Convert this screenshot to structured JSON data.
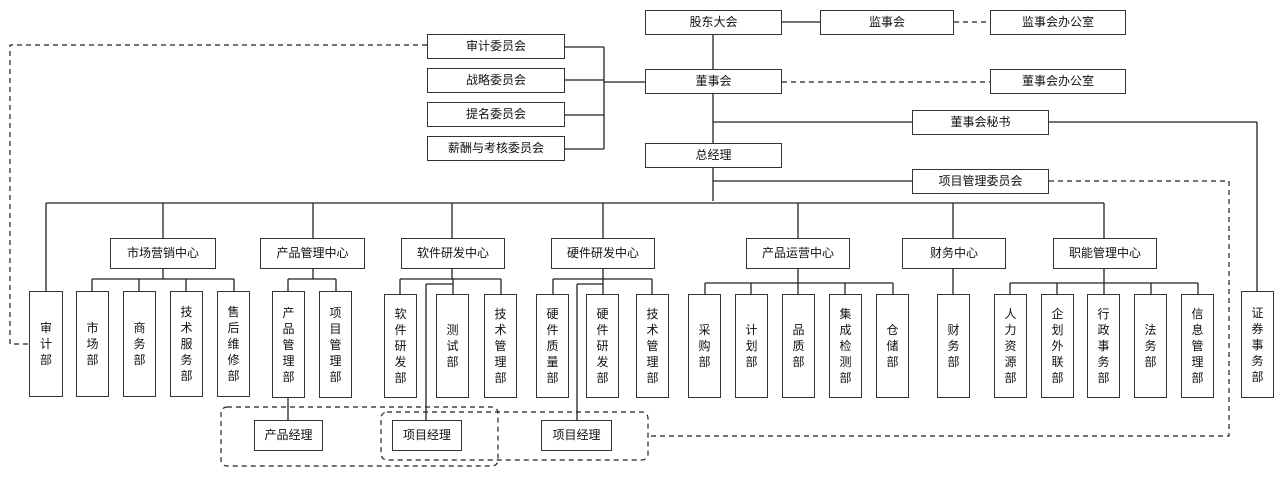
{
  "top": {
    "shareholders": "股东大会",
    "supervisors": "监事会",
    "supervisors_office": "监事会办公室",
    "board": "董事会",
    "board_office": "董事会办公室",
    "board_secretary": "董事会秘书",
    "gm": "总经理",
    "pm_committee": "项目管理委员会"
  },
  "committees": {
    "audit": "审计委员会",
    "strategy": "战略委员会",
    "nomination": "提名委员会",
    "compensation": "薪酬与考核委员会"
  },
  "centers": {
    "marketing": "市场营销中心",
    "product": "产品管理中心",
    "software": "软件研发中心",
    "hardware": "硬件研发中心",
    "operations": "产品运营中心",
    "finance": "财务中心",
    "admin": "职能管理中心"
  },
  "departments": {
    "audit": "审计部",
    "market": "市场部",
    "business": "商务部",
    "tech_service": "技术服务部",
    "after_sales": "售后维修部",
    "product_mgmt": "产品管理部",
    "project_mgmt": "项目管理部",
    "software_dev": "软件研发部",
    "testing": "测试部",
    "sw_tech_mgmt": "技术管理部",
    "hw_quality": "硬件质量部",
    "hw_dev": "硬件研发部",
    "hw_tech_mgmt": "技术管理部",
    "procurement": "采购部",
    "planning": "计划部",
    "quality": "品质部",
    "integration_test": "集成检测部",
    "warehouse": "仓储部",
    "finance": "财务部",
    "hr": "人力资源部",
    "planning_liaison": "企划外联部",
    "admin_affairs": "行政事务部",
    "legal": "法务部",
    "it_mgmt": "信息管理部",
    "securities": "证券事务部"
  },
  "managers": {
    "product_manager": "产品经理",
    "project_manager_1": "项目经理",
    "project_manager_2": "项目经理"
  }
}
